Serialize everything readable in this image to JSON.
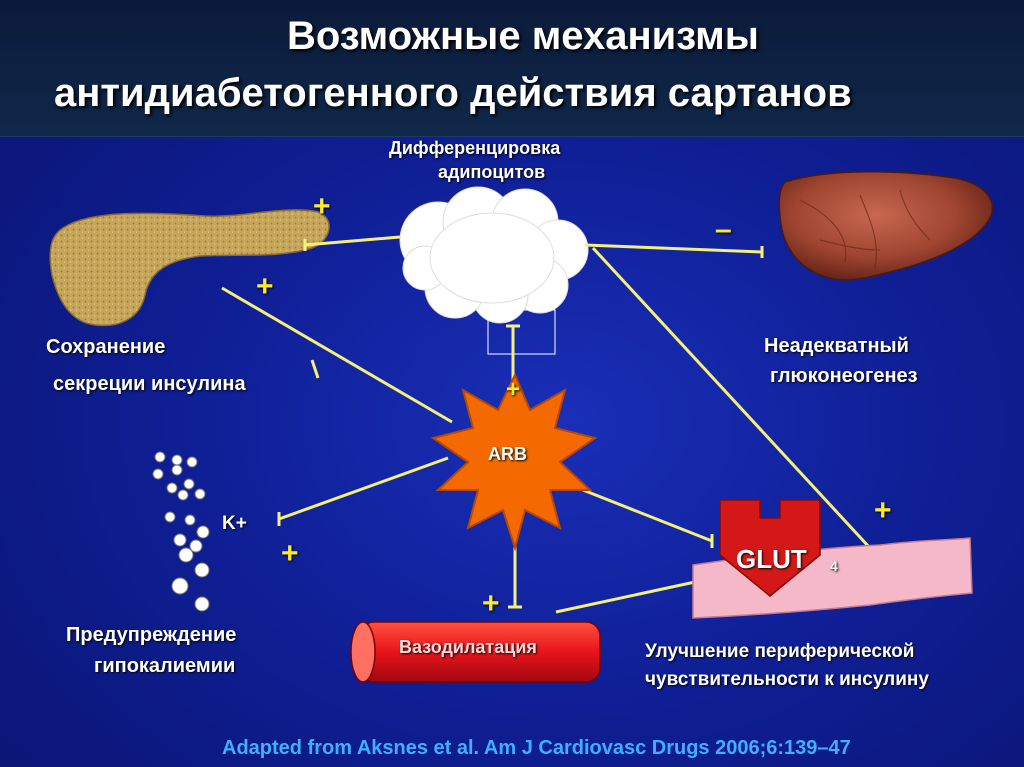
{
  "title": {
    "line1": "Возможные механизмы",
    "line2": "антидиабетогенного действия сартанов"
  },
  "nodes": {
    "adipocyte_label_1": "Дифференцировка",
    "adipocyte_label_2": "адипоцитов",
    "pancreas_label_1": "Сохранение",
    "pancreas_label_2": "секреции инсулина",
    "liver_label_1": "Неадекватный",
    "liver_label_2": "глюконеогенез",
    "potassium_label_1": "Предупреждение",
    "potassium_label_2": "гипокалиемии",
    "muscle_label_1": "Улучшение периферической",
    "muscle_label_2": "чувствительности к инсулину",
    "arb": "ARB",
    "vasodilation": "Вазодилатация",
    "glut": "GLUT",
    "glut_sub": "4",
    "potassium_ion": "K+"
  },
  "signs": {
    "plus": "+",
    "minus": "–"
  },
  "citation": "Adapted from Aksnes et al. Am J Cardiovasc Drugs 2006;6:139–47",
  "colors": {
    "background": "#0f1f96",
    "arrow": "#f4f07a",
    "plus_sign": "#ffe830",
    "arb_star": "#f56a00",
    "vessel": "#e8141c",
    "muscle": "#f5b8c8",
    "glut": "#d41818",
    "pancreas": "#c5a55a",
    "liver": "#9e4430",
    "citation": "#3fb0ff"
  }
}
